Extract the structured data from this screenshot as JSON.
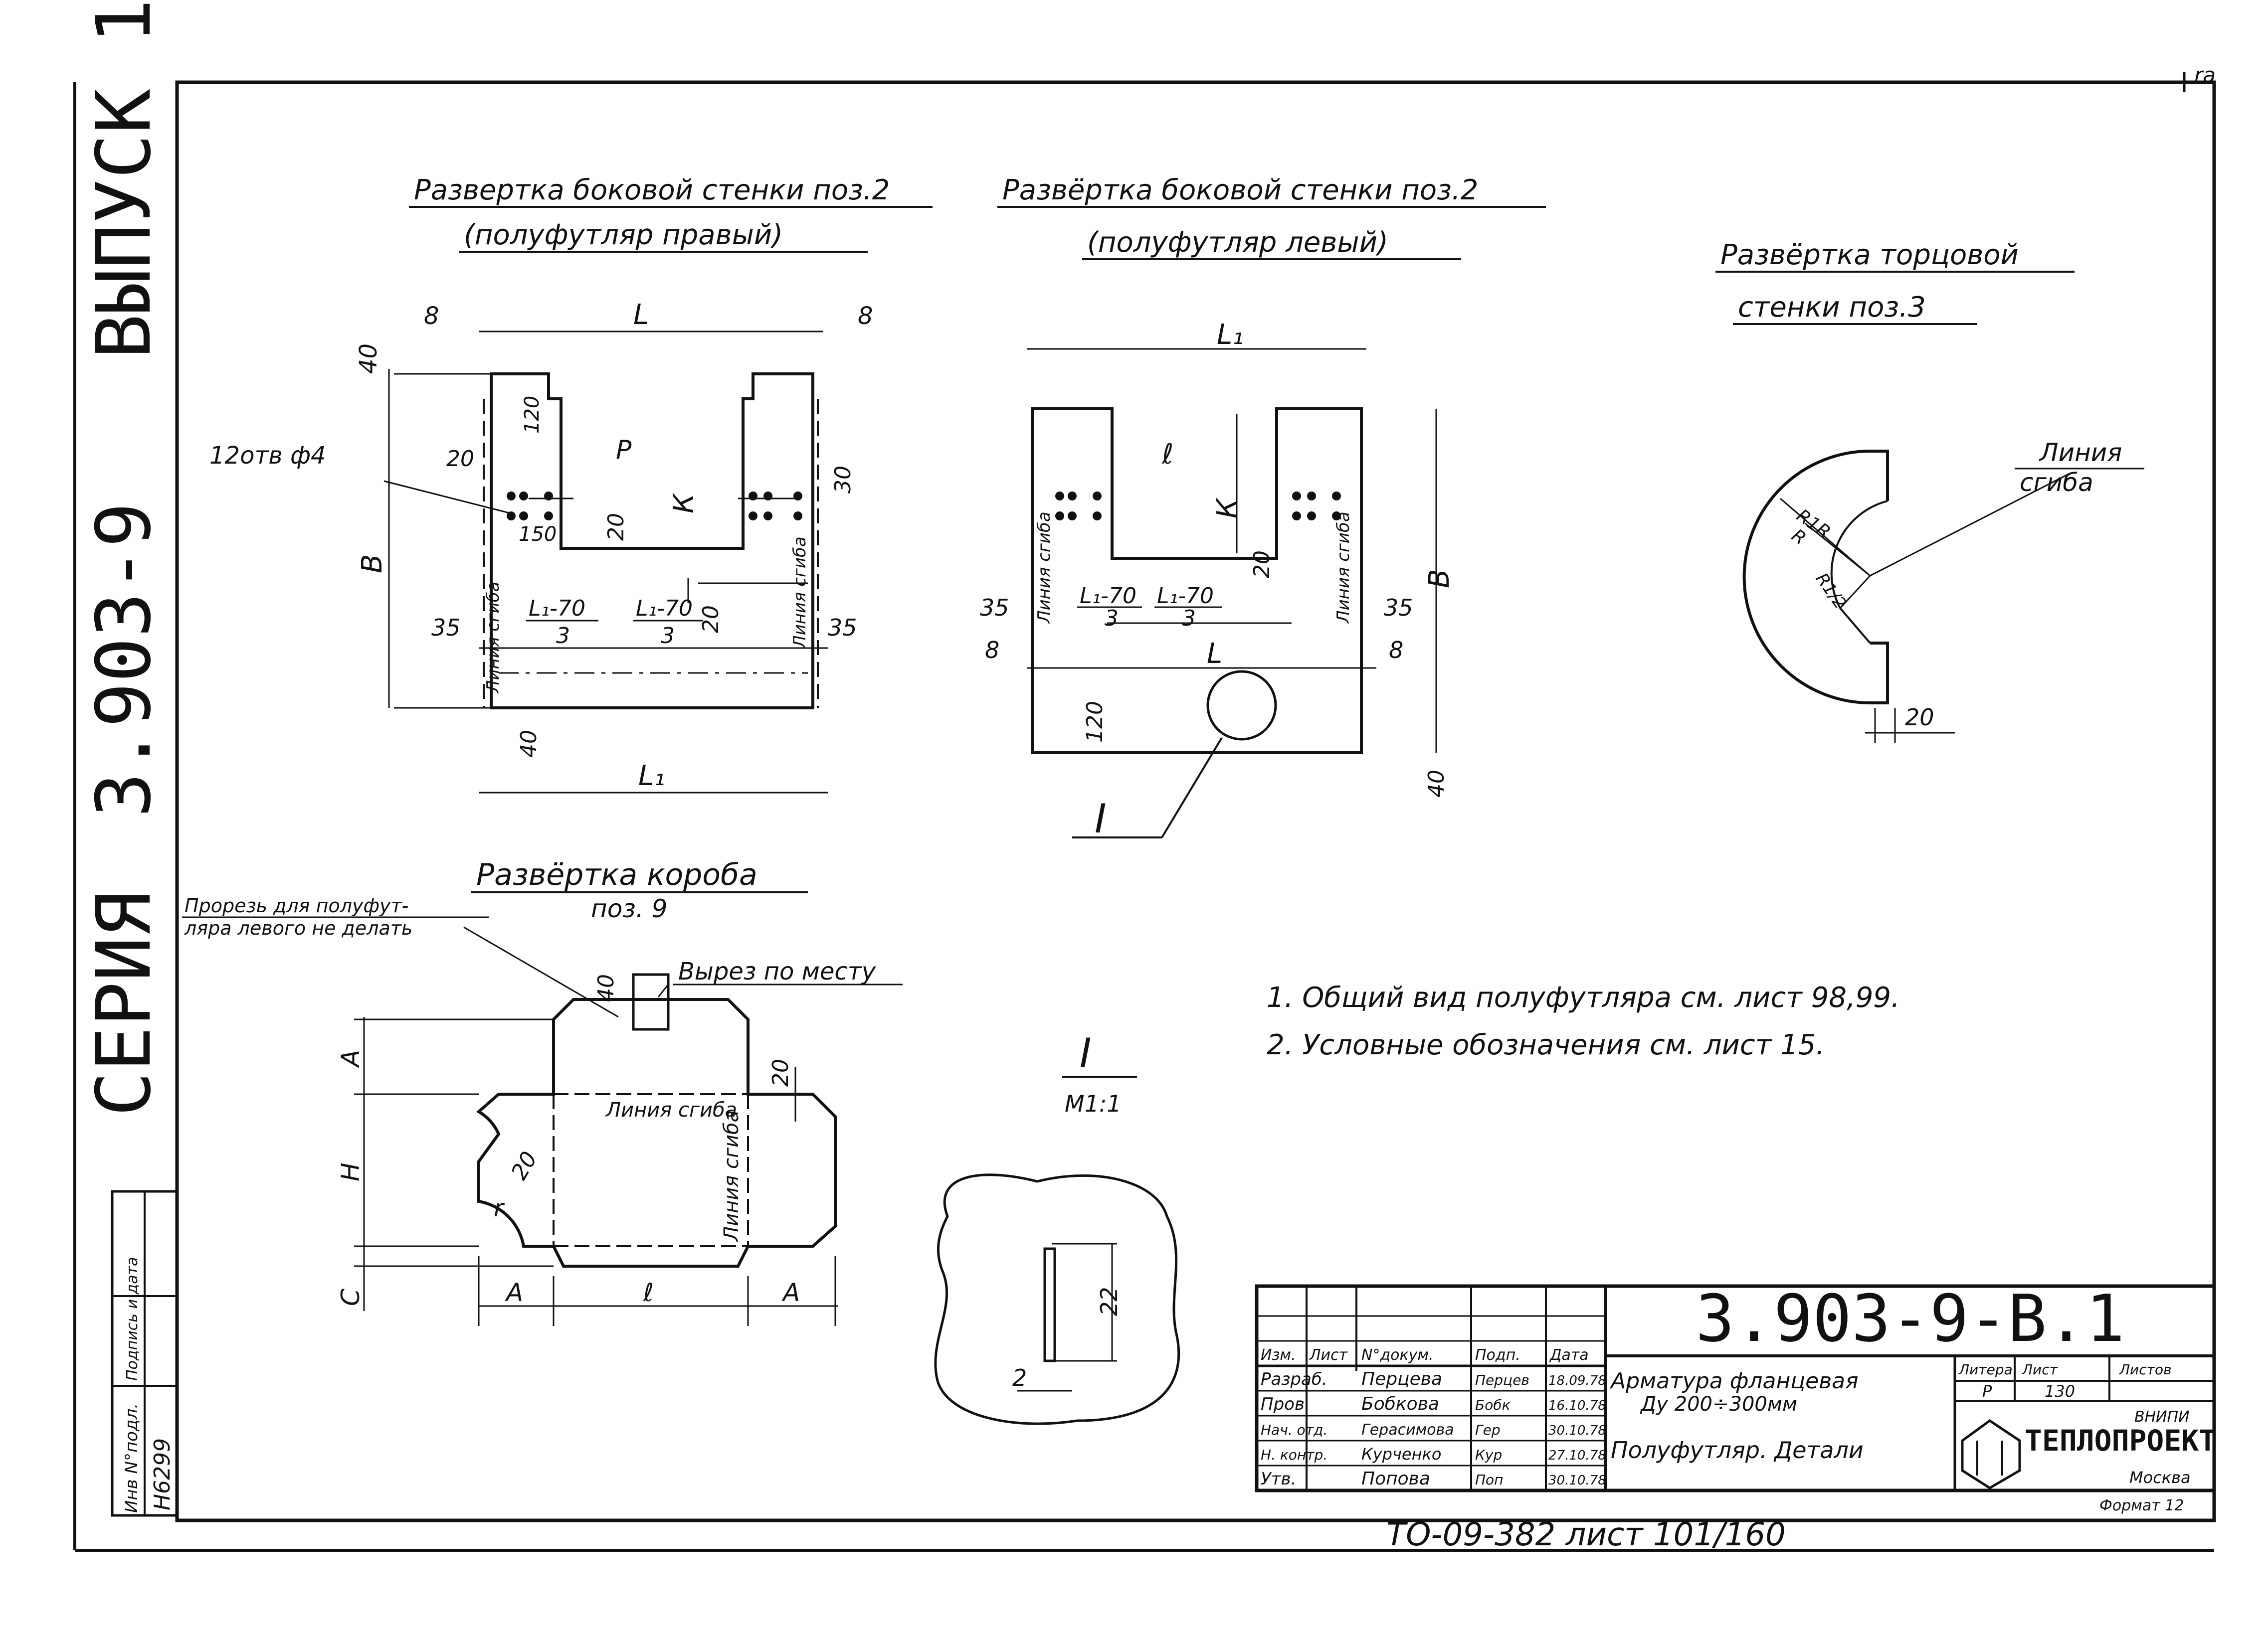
{
  "series_banner": {
    "series": "СЕРИЯ",
    "number": "3.903-9",
    "issue": "ВЫПУСК 1"
  },
  "left_stamp": {
    "inv_label": "Инв N°подл.",
    "sign_label": "Подпись и дата",
    "inv_value": "Н6299"
  },
  "corner_tag": "ra",
  "views": {
    "side_right": {
      "title_line1": "Развертка боковой стенки поз.2",
      "title_line2": "(полуфутляр правый)",
      "dims": {
        "top_left": "8",
        "top_right": "8",
        "top_center": "L",
        "left_top": "40",
        "holes": "12отв ф4",
        "d20_left": "20",
        "d120": "120",
        "P": "Р",
        "K": "К",
        "d150": "150",
        "d20_mid": "20",
        "d30": "30",
        "B": "В",
        "d35_left": "35",
        "d35_right": "35",
        "frac1_num": "L₁-70",
        "frac1_den": "3",
        "frac2_num": "L₁-70",
        "frac2_den": "3",
        "d20_low": "20",
        "bottom_40": "40",
        "bottom_L1": "L₁",
        "fold_left": "Линия сгиба",
        "fold_right": "Линия сгиба"
      }
    },
    "side_left": {
      "title_line1": "Развёртка боковой стенки поз.2",
      "title_line2": "(полуфутляр левый)",
      "dims": {
        "top_L1": "L₁",
        "l": "ℓ",
        "K": "К",
        "B": "В",
        "d35_left": "35",
        "d35_right": "35",
        "d8_left": "8",
        "d8_right": "8",
        "L": "L",
        "d120": "120",
        "d40": "40",
        "d20": "20",
        "frac1_num": "L₁-70",
        "frac1_den": "3",
        "frac2_num": "L₁-70",
        "frac2_den": "3",
        "fold_left": "Линия сгиба",
        "fold_right": "Линия сгиба",
        "detail": "I"
      }
    },
    "end_wall": {
      "title_line1": "Развёртка торцовой",
      "title_line2": "стенки поз.3",
      "fold_label1": "Линия",
      "fold_label2": "сгиба",
      "r1": "R1R",
      "r2": "R",
      "r3": "R1/2",
      "d20": "20"
    },
    "box": {
      "title_line1": "Развёртка короба",
      "title_line2": "поз. 9",
      "note1": "Прорезь для полуфут-",
      "note2": "ляра левого не делать",
      "cutout": "Вырез по месту",
      "d40": "40",
      "d20_right": "20",
      "d20_arc": "20",
      "A_left": "А",
      "H": "Н",
      "C": "С",
      "r": "r",
      "bottom_A_left": "А",
      "bottom_l": "ℓ",
      "bottom_A_right": "А",
      "fold_top": "Линия сгиба",
      "fold_right": "Линия сгиба"
    },
    "detail_I": {
      "label": "I",
      "scale": "М1:1",
      "d22": "22",
      "d2": "2"
    }
  },
  "notes": [
    "1. Общий вид полуфутляра см. лист 98,99.",
    "2. Условные обозначения см. лист 15."
  ],
  "title_block": {
    "doc_code": "3.903-9-В.1",
    "col_headers": [
      "Изм.",
      "Лист",
      "N°докум.",
      "Подп.",
      "Дата"
    ],
    "rows": [
      {
        "role": "Разраб.",
        "name": "Перцева",
        "sign": "Перцев",
        "date": "18.09.78"
      },
      {
        "role": "Пров.",
        "name": "Бобкова",
        "sign": "Бобк",
        "date": "16.10.78"
      },
      {
        "role": "Нач. отд.",
        "name": "Герасимова",
        "sign": "Гер",
        "date": "30.10.78"
      },
      {
        "role": "Н. контр.",
        "name": "Курченко",
        "sign": "Кур",
        "date": "27.10.78"
      },
      {
        "role": "Утв.",
        "name": "Попова",
        "sign": "Поп",
        "date": "30.10.78"
      }
    ],
    "product_line1": "Арматура фланцевая",
    "product_line2": "Ду 200÷300мм",
    "product_line3": "Полуфутляр. Детали",
    "stage_header": "Литера",
    "sheet_header": "Лист",
    "sheets_header": "Листов",
    "stage_value": "Р",
    "sheet_value": "130",
    "org_line1": "ВНИПИ",
    "org_line2": "ТЕПЛОПРОЕКТ",
    "org_line3": "Москва",
    "format": "Формат 12"
  },
  "footer_ref": "ТО-09-382 лист 101/160"
}
